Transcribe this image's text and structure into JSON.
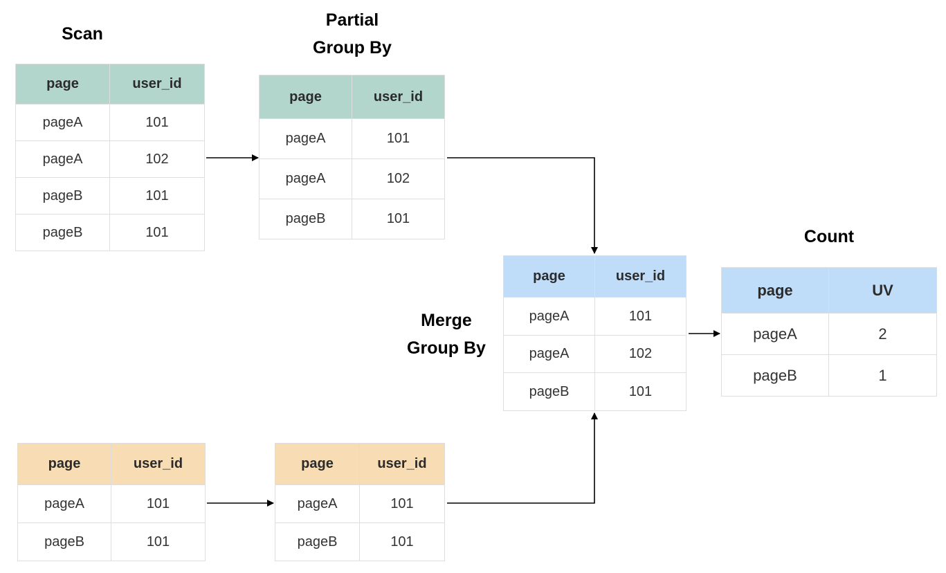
{
  "labels": {
    "scan": "Scan",
    "partial_line1": "Partial",
    "partial_line2": "Group By",
    "merge_line1": "Merge",
    "merge_line2": "Group By",
    "count": "Count"
  },
  "headers": {
    "page": "page",
    "user_id": "user_id",
    "uv": "UV"
  },
  "scan_top": [
    [
      "pageA",
      "101"
    ],
    [
      "pageA",
      "102"
    ],
    [
      "pageB",
      "101"
    ],
    [
      "pageB",
      "101"
    ]
  ],
  "partial_top": [
    [
      "pageA",
      "101"
    ],
    [
      "pageA",
      "102"
    ],
    [
      "pageB",
      "101"
    ]
  ],
  "merge": [
    [
      "pageA",
      "101"
    ],
    [
      "pageA",
      "102"
    ],
    [
      "pageB",
      "101"
    ]
  ],
  "count": [
    [
      "pageA",
      "2"
    ],
    [
      "pageB",
      "1"
    ]
  ],
  "scan_bottom": [
    [
      "pageA",
      "101"
    ],
    [
      "pageB",
      "101"
    ]
  ],
  "partial_bottom": [
    [
      "pageA",
      "101"
    ],
    [
      "pageB",
      "101"
    ]
  ],
  "colors": {
    "scan_partial_header": "#b2d6cc",
    "merge_count_header": "#bfdcf9",
    "bottom_header": "#f7dcb4"
  }
}
